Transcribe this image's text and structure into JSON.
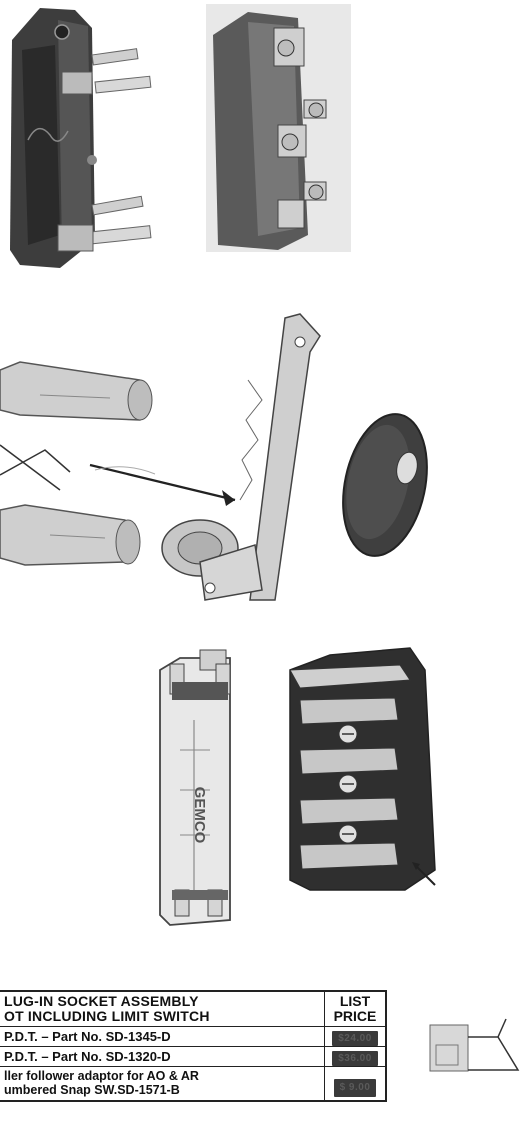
{
  "figure": {
    "brand_label": "GEMCO"
  },
  "price_table": {
    "header": {
      "line1": "LUG-IN SOCKET ASSEMBLY",
      "line2": "OT INCLUDING LIMIT SWITCH",
      "price_line1": "LIST",
      "price_line2": "PRICE"
    },
    "rows": [
      {
        "description": "P.D.T. – Part No. SD-1345-D",
        "price": "$24.00"
      },
      {
        "description": "P.D.T. – Part No. SD-1320-D",
        "price": "$36.00"
      },
      {
        "description_line1": "ller follower adaptor for AO & AR",
        "description_line2": "umbered Snap SW.SD-1571-B",
        "price": "$ 9.00"
      }
    ]
  }
}
